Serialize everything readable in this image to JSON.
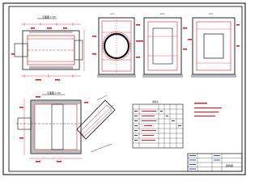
{
  "drawing": {
    "view_titles": {
      "top_plan": "平面图 1:50",
      "section_1": "1-1",
      "section_2": "2-2",
      "section_3": "3-3",
      "detail_plan": "平面图 1:50"
    },
    "rebar_table": {
      "title": "钢筋表"
    },
    "title_block": {
      "drawing_name": "结构图"
    },
    "colors": {
      "border": "#000000",
      "outline": "#111111",
      "rebar": "#e0202a",
      "hatch": "#7a7a7a",
      "dimension": "#d02030"
    }
  }
}
